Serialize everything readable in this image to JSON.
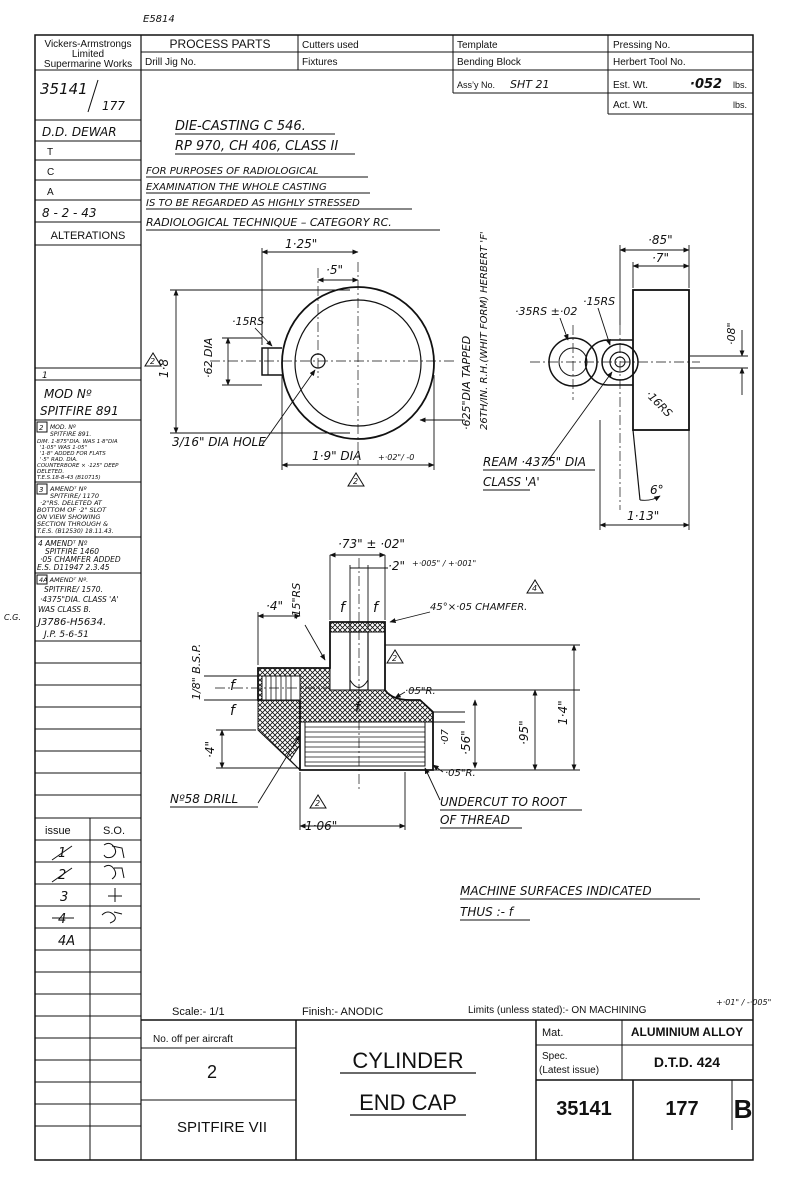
{
  "sheet_number": "E5814",
  "header": {
    "company": [
      "Vickers-Armstrongs",
      "Limited",
      "Supermarine Works"
    ],
    "process_parts": "PROCESS PARTS",
    "cutters_used": "Cutters used",
    "template": "Template",
    "pressing_no": "Pressing No.",
    "drill_jig_no": "Drill Jig No.",
    "fixtures": "Fixtures",
    "bending_block": "Bending Block",
    "herbert_tool_no": "Herbert Tool No.",
    "assy_no_label": "Ass’y No.",
    "assy_no_value": "SHT 21",
    "est_wt_label": "Est. Wt.",
    "est_wt_value": "·052",
    "act_wt_label": "Act. Wt.",
    "lbs": "lbs."
  },
  "left_column": {
    "drawing_no": "35141",
    "drawing_suffix": "177",
    "drawn_by": "D.D. DEWAR",
    "t_label": "T",
    "c_label": "C",
    "a_label": "A",
    "date": "8 - 2 - 43",
    "alterations": "ALTERATIONS",
    "item_1": "1",
    "mod_no": "MOD Nº",
    "mod_name": "SPITFIRE 891",
    "alt_2": [
      "MOD. Nº",
      "SPITFIRE 891.",
      "DIM. 1·875\"DIA. WAS 1·8\"DIA",
      "'1·05\" WAS 1·05\"",
      "'1·8\" ADDED FOR FLATS",
      "'·5\" RAD. DIA.",
      "COUNTERBORE × ·125\" DEEP",
      "DELETED.",
      "T.E.S.18-8-43 (B10715)"
    ],
    "alt_3": [
      "AMENDᵀ Nº",
      "SPITFIRE/ 1170",
      "·2\"RS. DELETED AT",
      "BOTTOM OF ·2\" SLOT",
      "ON VIEW SHOWING",
      "SECTION THROUGH &",
      "T.E.S. (B12530) 18.11.43."
    ],
    "alt_4": [
      "4 AMENDᵀ Nº",
      "SPITFIRE 1460",
      "·05 CHAMFER ADDED",
      "E.S. D11947  2.3.45"
    ],
    "alt_4a": [
      "4A  AMENDᵀ Nº.",
      "SPITFIRE/ 1570.",
      "·4375\"DIA. CLASS 'A'",
      "WAS CLASS B.",
      "J3786-H5634.",
      "J.P.  5-6-51"
    ],
    "issue_label": "issue",
    "so_label": "S.O.",
    "issues": [
      "1",
      "2",
      "3",
      "4",
      "4A"
    ]
  },
  "side_label": "C.G.",
  "notes": {
    "die_casting": "DIE-CASTING  C 546.",
    "spec": "RP 970, CH 406, CLASS II",
    "radiological": [
      "FOR PURPOSES OF RADIOLOGICAL",
      "EXAMINATION THE WHOLE CASTING",
      "IS TO BE REGARDED AS HIGHLY STRESSED"
    ],
    "technique": "RADIOLOGICAL TECHNIQUE – CATEGORY RC.",
    "machine_surfaces": "MACHINE SURFACES INDICATED",
    "thus": "THUS :- f"
  },
  "plan_view": {
    "dim_125": "1·25\"",
    "dim_5": "·5\"",
    "dim_15rs": "·15RS",
    "dim_62dia": "·62 DIA",
    "dim_18": "1·8",
    "dim_19dia": "1·9\" DIA",
    "dim_19tol": "+·02\"/ -0",
    "dim_316": "3/16\" DIA HOLE",
    "tapped": "·625\"DIA TAPPED",
    "tpi": "26TH/IN. R.H.(WHIT FORM) HERBERT 'F'",
    "note_ref": "2"
  },
  "side_view": {
    "dim_85": "·85\"",
    "dim_7": "·7\"",
    "dim_35rs": "·35RS ±·02",
    "dim_15rs": "·15RS",
    "dim_08": "·08\"",
    "dim_16rs": "·16RS",
    "ream": "REAM ·4375\" DIA",
    "class": "CLASS 'A'",
    "dim_6": "6°",
    "dim_113": "1·13\""
  },
  "section_view": {
    "dim_73": "·73\" ± ·02\"",
    "dim_2": "·2\"",
    "dim_2tol": "+·005\" / +·001\"",
    "chamfer": "45°×·05 CHAMFER.",
    "dim_4top": "·4\"",
    "dim_15rs": "·15\"RS",
    "bsp": "1/8\" B.S.P.",
    "dim_05r_top": "·05\"R.",
    "dim_07": "·07",
    "dim_56": "·56\"",
    "dim_95": "·95\"",
    "dim_14": "1·4\"",
    "dim_4left": "·4\"",
    "dim_05r_bot": "·05\"R.",
    "drill": "Nº58 DRILL",
    "dim_106": "1·06\"",
    "undercut": [
      "UNDERCUT TO ROOT",
      "OF THREAD"
    ],
    "note_4": "4"
  },
  "footer": {
    "scale": "Scale:- 1/1",
    "finish": "Finish:- ANODIC",
    "limits": "Limits (unless stated):- ON MACHINING",
    "limits_tol": "+·01\" / -·005\"",
    "no_off_label": "No. off per aircraft",
    "no_off_value": "2",
    "aircraft": "SPITFIRE VII",
    "title_line1": "CYLINDER",
    "title_line2": "END CAP",
    "mat_label": "Mat.",
    "mat_value": "ALUMINIUM ALLOY",
    "spec_label": "Spec.",
    "spec_label2": "(Latest issue)",
    "spec_value": "D.T.D. 424",
    "drawing_no": "35141",
    "sheet": "177",
    "issue_letter": "B"
  }
}
